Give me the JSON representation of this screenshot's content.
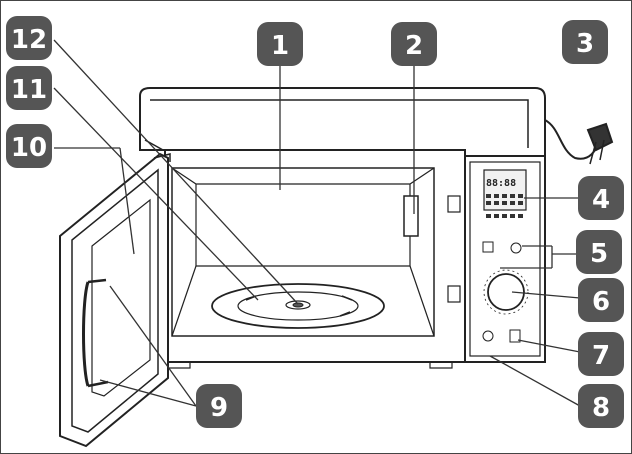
{
  "callouts": [
    {
      "id": "1",
      "label": "1"
    },
    {
      "id": "2",
      "label": "2"
    },
    {
      "id": "3",
      "label": "3"
    },
    {
      "id": "4",
      "label": "4"
    },
    {
      "id": "5",
      "label": "5"
    },
    {
      "id": "6",
      "label": "6"
    },
    {
      "id": "7",
      "label": "7"
    },
    {
      "id": "8",
      "label": "8"
    },
    {
      "id": "9",
      "label": "9"
    },
    {
      "id": "10",
      "label": "10"
    },
    {
      "id": "11",
      "label": "11"
    },
    {
      "id": "12",
      "label": "12"
    }
  ],
  "display": {
    "digits": "88:88"
  },
  "colors": {
    "badge": "#555555",
    "line": "#333333",
    "outline": "#222222"
  }
}
